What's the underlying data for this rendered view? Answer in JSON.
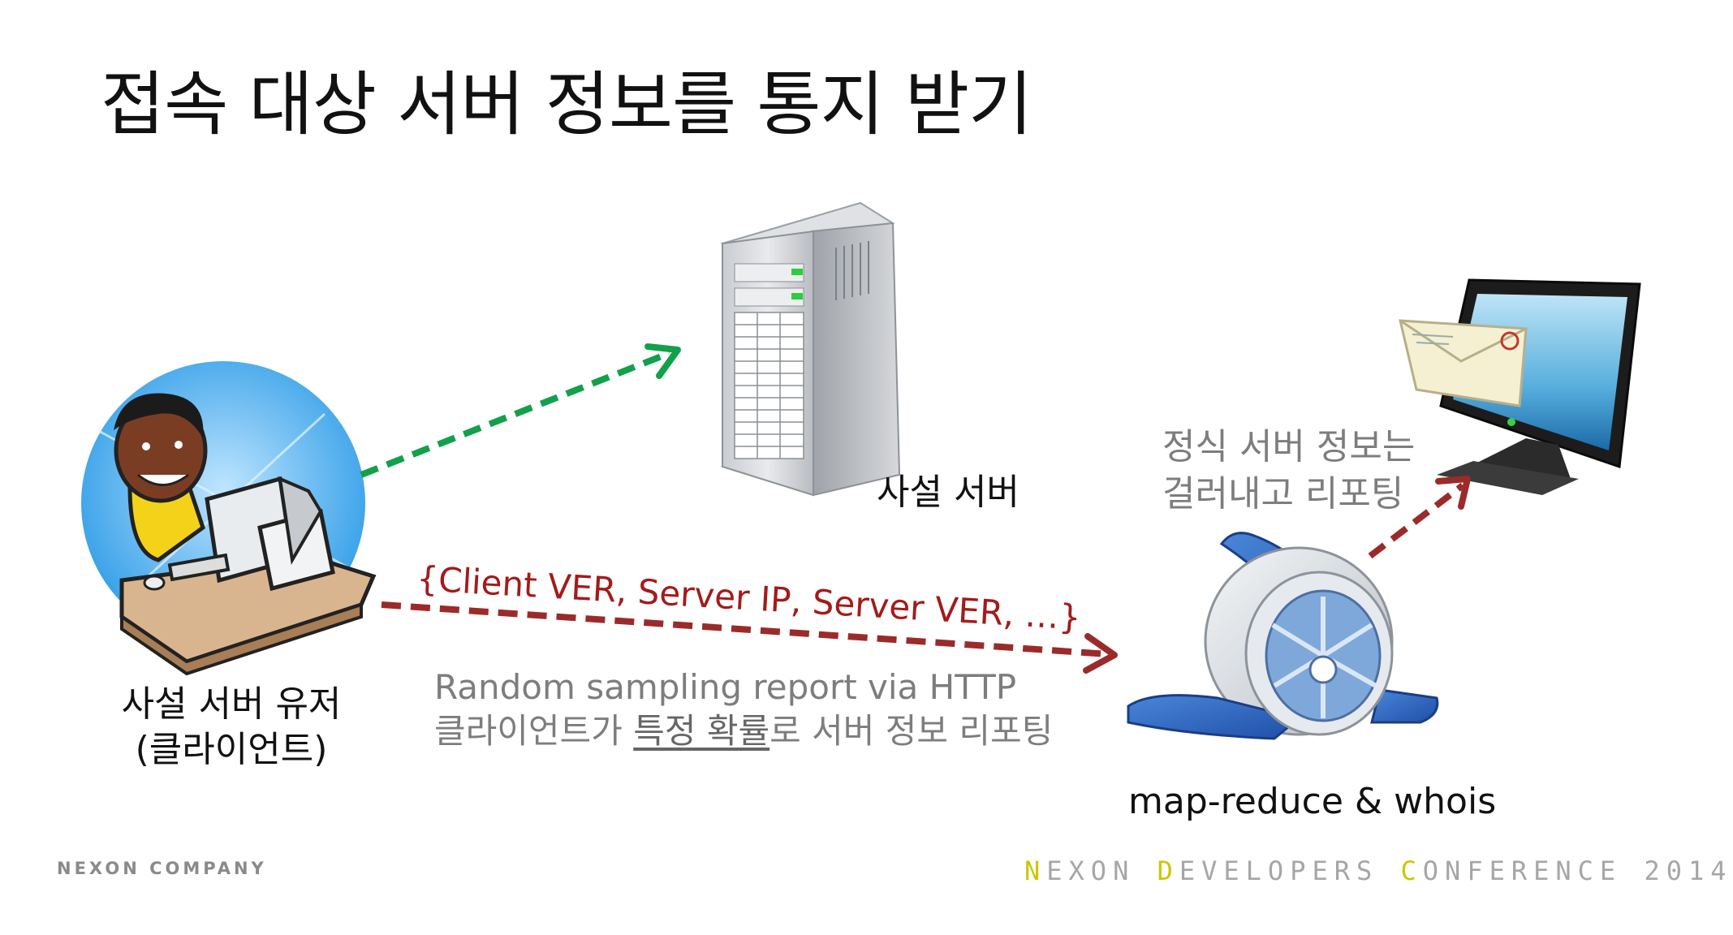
{
  "title": "접속 대상 서버 정보를 통지 받기",
  "nodes": {
    "server_label": "사설 서버",
    "user_label_line1": "사설 서버 유저",
    "user_label_line2": "(클라이언트)",
    "engine_label": "map-reduce & whois",
    "report_line1": "정식 서버 정보는",
    "report_line2": "걸러내고 리포팅"
  },
  "edges": {
    "payload": "{Client VER, Server IP, Server VER, …}",
    "method_line1": "Random sampling report via HTTP",
    "method_line2_before": "클라이언트가 ",
    "method_line2_emph": "특정 확률",
    "method_line2_after": "로 서버 정보 리포팅"
  },
  "footer": {
    "left": "NEXON COMPANY",
    "right_n": "N",
    "right_1": "EXON ",
    "right_d": "D",
    "right_2": "EVELOPERS ",
    "right_c": "C",
    "right_3": "ONFERENCE 2014"
  },
  "colors": {
    "connect_arrow": "#12a14a",
    "report_arrow": "#9b2b2b",
    "payload_text": "#a31b1b",
    "gray_text": "#7d7d7d",
    "footer_highlight": "#c8c800"
  }
}
